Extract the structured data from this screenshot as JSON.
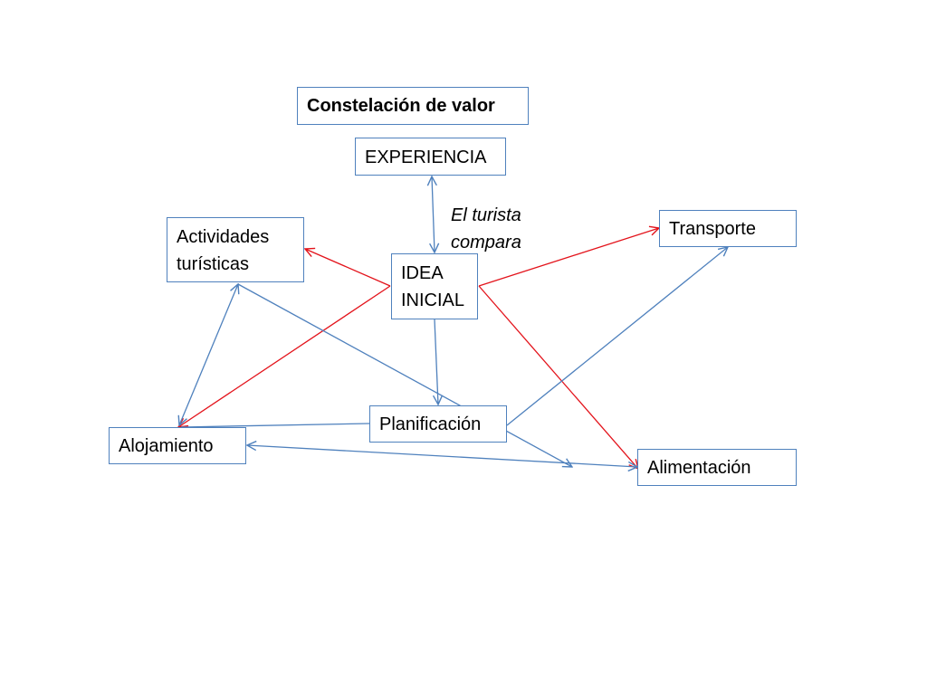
{
  "title": "Constelación de valor",
  "note_lines": [
    "El turista",
    "compara"
  ],
  "nodes": {
    "experiencia": {
      "lines": [
        "EXPERIENCIA"
      ]
    },
    "idea_inicial": {
      "lines": [
        "IDEA",
        "INICIAL"
      ]
    },
    "actividades": {
      "lines": [
        "Actividades",
        "turísticas"
      ]
    },
    "transporte": {
      "lines": [
        "Transporte"
      ]
    },
    "planificacion": {
      "lines": [
        "Planificación"
      ]
    },
    "alojamiento": {
      "lines": [
        "Alojamiento"
      ]
    },
    "alimentacion": {
      "lines": [
        "Alimentación"
      ]
    }
  },
  "colors": {
    "box_border": "#4f81bd",
    "blue_arrow": "#4f81bd",
    "red_arrow": "#e3131b"
  },
  "edges": [
    {
      "from": "experiencia",
      "to": "idea_inicial",
      "color": "blue",
      "arrows": "both"
    },
    {
      "from": "idea_inicial",
      "to": "actividades",
      "color": "red",
      "arrows": "end"
    },
    {
      "from": "idea_inicial",
      "to": "transporte",
      "color": "red",
      "arrows": "end"
    },
    {
      "from": "idea_inicial",
      "to": "alojamiento",
      "color": "red",
      "arrows": "end"
    },
    {
      "from": "idea_inicial",
      "to": "alimentacion",
      "color": "red",
      "arrows": "end"
    },
    {
      "from": "idea_inicial",
      "to": "planificacion",
      "color": "blue",
      "arrows": "end"
    },
    {
      "from": "actividades",
      "to": "alojamiento",
      "color": "blue",
      "arrows": "both"
    },
    {
      "from": "actividades",
      "to": "alimentacion",
      "color": "blue",
      "arrows": "end"
    },
    {
      "from": "planificacion",
      "to": "transporte",
      "color": "blue",
      "arrows": "end"
    },
    {
      "from": "planificacion",
      "to": "alojamiento",
      "color": "blue",
      "arrows": "none"
    },
    {
      "from": "alojamiento",
      "to": "alimentacion",
      "color": "blue",
      "arrows": "both"
    }
  ]
}
